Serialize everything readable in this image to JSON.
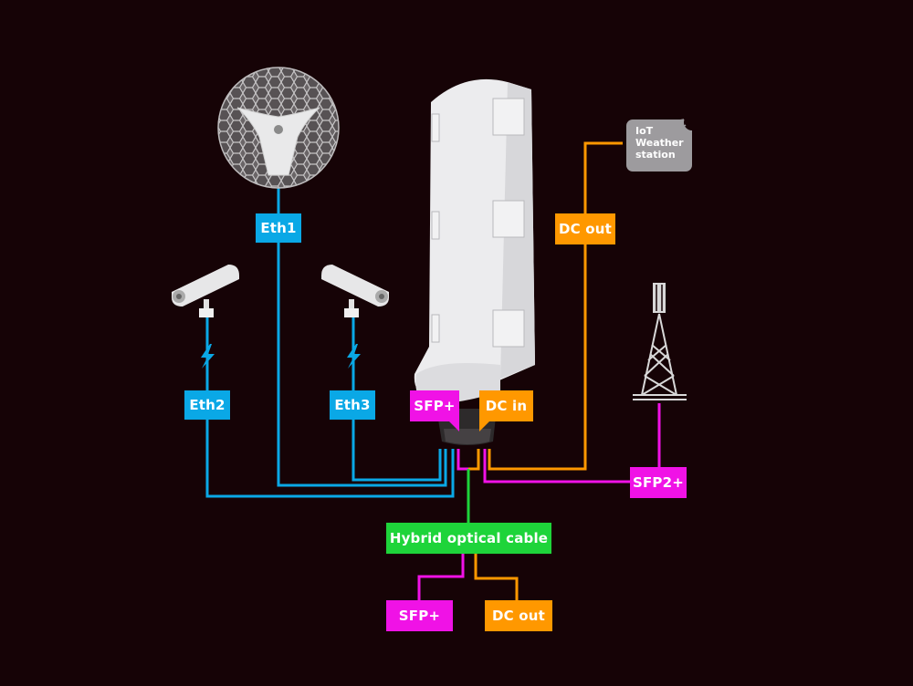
{
  "colors": {
    "background": "#160306",
    "ethernet": "#0aa8e6",
    "sfp": "#f012e6",
    "dc": "#ff9800",
    "hybrid": "#1ed43a",
    "iot": "#9d9b9e"
  },
  "device": {
    "name": "outdoor-router-enclosure"
  },
  "labels": {
    "eth1": "Eth1",
    "eth2": "Eth2",
    "eth3": "Eth3",
    "sfp_port": "SFP+",
    "dc_in": "DC in",
    "dc_out_top": "DC out",
    "sfp2": "SFP2+",
    "hybrid": "Hybrid optical cable",
    "sfp_bottom": "SFP+",
    "dc_out_bottom": "DC out"
  },
  "iot": {
    "lines": [
      "IoT",
      "Weather",
      "station"
    ]
  },
  "icons": {
    "antenna": "dish-antenna-icon",
    "camera_left": "security-camera-icon",
    "camera_right": "security-camera-icon",
    "poe_left": "lightning-bolt-icon",
    "poe_right": "lightning-bolt-icon",
    "tower": "cell-tower-icon"
  }
}
